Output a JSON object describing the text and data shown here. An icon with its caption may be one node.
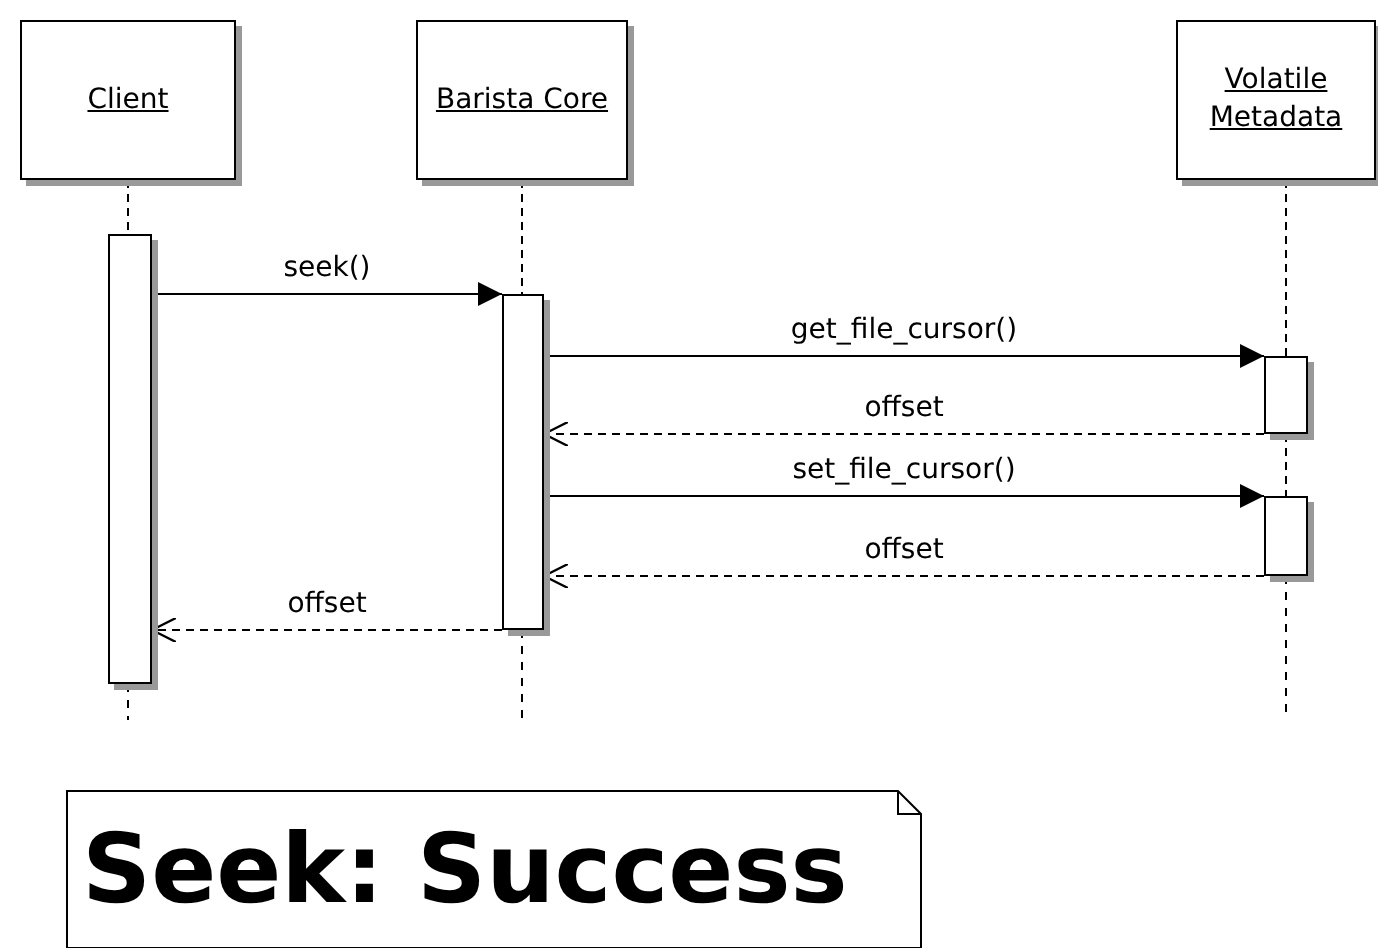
{
  "diagram": {
    "nodes": [
      {
        "text": [
          "Client"
        ]
      },
      {
        "text": [
          "Barista Core"
        ]
      },
      {
        "text": [
          "Volatile Metadata"
        ]
      },
      {
        "text": [],
        "shape": "bar"
      },
      {
        "text": [],
        "shape": "bar"
      },
      {
        "text": [],
        "shape": "bar"
      },
      {
        "text": [],
        "shape": "bar"
      },
      {
        "text": [
          "Seek: Success"
        ]
      }
    ],
    "edges": [
      {
        "from": 0,
        "to": 3,
        "arrow": "none",
        "style": "dashed"
      },
      {
        "from": 1,
        "to": 4,
        "arrow": "none",
        "style": "dashed"
      },
      {
        "from": 2,
        "to": 5,
        "arrow": "none",
        "style": "dashed"
      },
      {
        "from": 5,
        "to": 6,
        "arrow": "none",
        "style": "dashed"
      },
      {
        "from": 3,
        "to": 4,
        "arrow": "to",
        "label": "seek()"
      },
      {
        "from": 4,
        "to": 5,
        "arrow": "to",
        "label": "get_file_cursor()"
      },
      {
        "from": 5,
        "to": 4,
        "arrow": "to",
        "label": "offset",
        "style": "dashed"
      },
      {
        "from": 4,
        "to": 6,
        "arrow": "to",
        "label": "set_file_cursor()"
      },
      {
        "from": 6,
        "to": 4,
        "arrow": "to",
        "label": "offset",
        "style": "dashed"
      },
      {
        "from": 4,
        "to": 3,
        "arrow": "to",
        "label": "offset",
        "style": "dashed"
      }
    ]
  }
}
